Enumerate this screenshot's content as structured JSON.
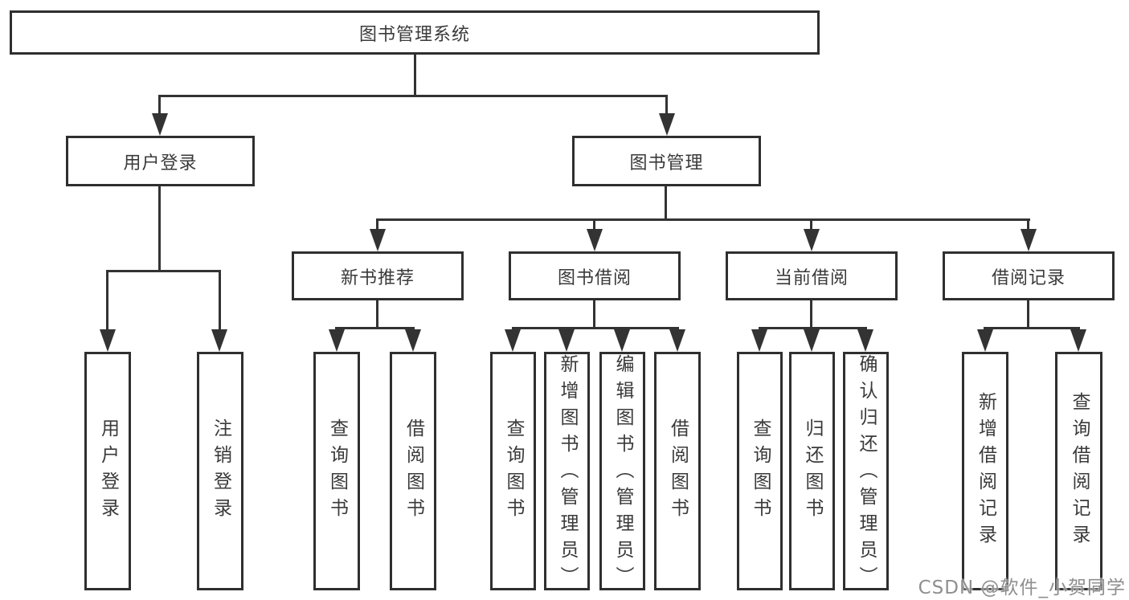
{
  "diagram": {
    "title": "图书管理系统",
    "root": {
      "label": "图书管理系统"
    },
    "level2": {
      "user_login": {
        "label": "用户登录"
      },
      "book_mgmt": {
        "label": "图书管理"
      }
    },
    "level3": {
      "new_books": {
        "label": "新书推荐"
      },
      "book_borrow": {
        "label": "图书借阅"
      },
      "current_borrow": {
        "label": "当前借阅"
      },
      "borrow_records": {
        "label": "借阅记录"
      }
    },
    "leaves": {
      "user_login_login": {
        "label": "用户登录"
      },
      "user_login_logout": {
        "label": "注销登录"
      },
      "new_books_query": {
        "label": "查询图书"
      },
      "new_books_borrow": {
        "label": "借阅图书"
      },
      "book_borrow_query": {
        "label": "查询图书"
      },
      "book_borrow_add": {
        "label": "新增图书（管理员）"
      },
      "book_borrow_edit": {
        "label": "编辑图书（管理员）"
      },
      "book_borrow_borrow": {
        "label": "借阅图书"
      },
      "current_query": {
        "label": "查询图书"
      },
      "current_return": {
        "label": "归还图书"
      },
      "current_confirm": {
        "label": "确认归还（管理员）"
      },
      "records_add": {
        "label": "新增借阅记录"
      },
      "records_query": {
        "label": "查询借阅记录"
      }
    }
  },
  "watermark": {
    "text": "CSDN @软件_小贺同学"
  },
  "colors": {
    "line": "#333333",
    "border": "#2f2f2f",
    "text": "#3a3a3a",
    "watermark": "#808080",
    "background": "#ffffff"
  }
}
